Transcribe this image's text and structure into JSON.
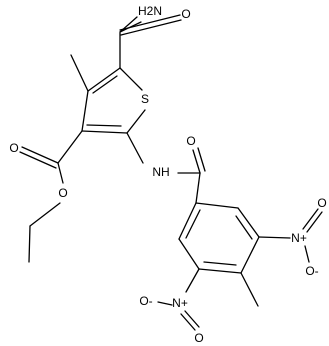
{
  "molecule": {
    "atom_labels": {
      "h2n": "H2N",
      "o_amide_top": "O",
      "s_ring": "S",
      "nh": "NH",
      "o_benzamide": "O",
      "o_ester_carbonyl": "O",
      "o_ester_ether": "O",
      "n_nitro_right": "N+",
      "o_nitro_right_top": "O",
      "o_nitro_right_side": "O-",
      "n_nitro_bottom": "N+",
      "o_nitro_bottom_left": "O-",
      "o_nitro_bottom_down": "O"
    },
    "colors": {
      "ink": "#000000",
      "background": "#ffffff"
    }
  }
}
